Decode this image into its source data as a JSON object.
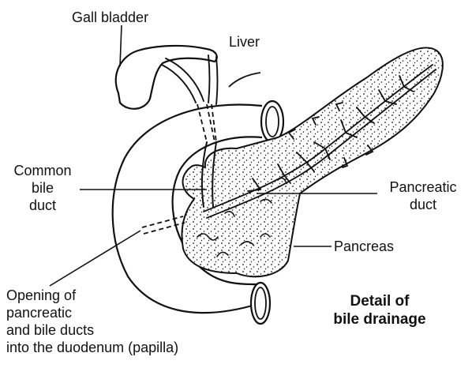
{
  "labels": {
    "gall_bladder": "Gall bladder",
    "liver": "Liver",
    "common_bile_duct": [
      "Common",
      "bile",
      "duct"
    ],
    "pancreatic_duct": [
      "Pancreatic",
      "duct"
    ],
    "pancreas": "Pancreas",
    "papilla": [
      "Opening of",
      "pancreatic",
      "and bile ducts",
      "into the duodenum (papilla)"
    ]
  },
  "title": [
    "Detail of",
    "bile drainage"
  ],
  "colors": {
    "ink": "#111111",
    "background": "#ffffff"
  }
}
